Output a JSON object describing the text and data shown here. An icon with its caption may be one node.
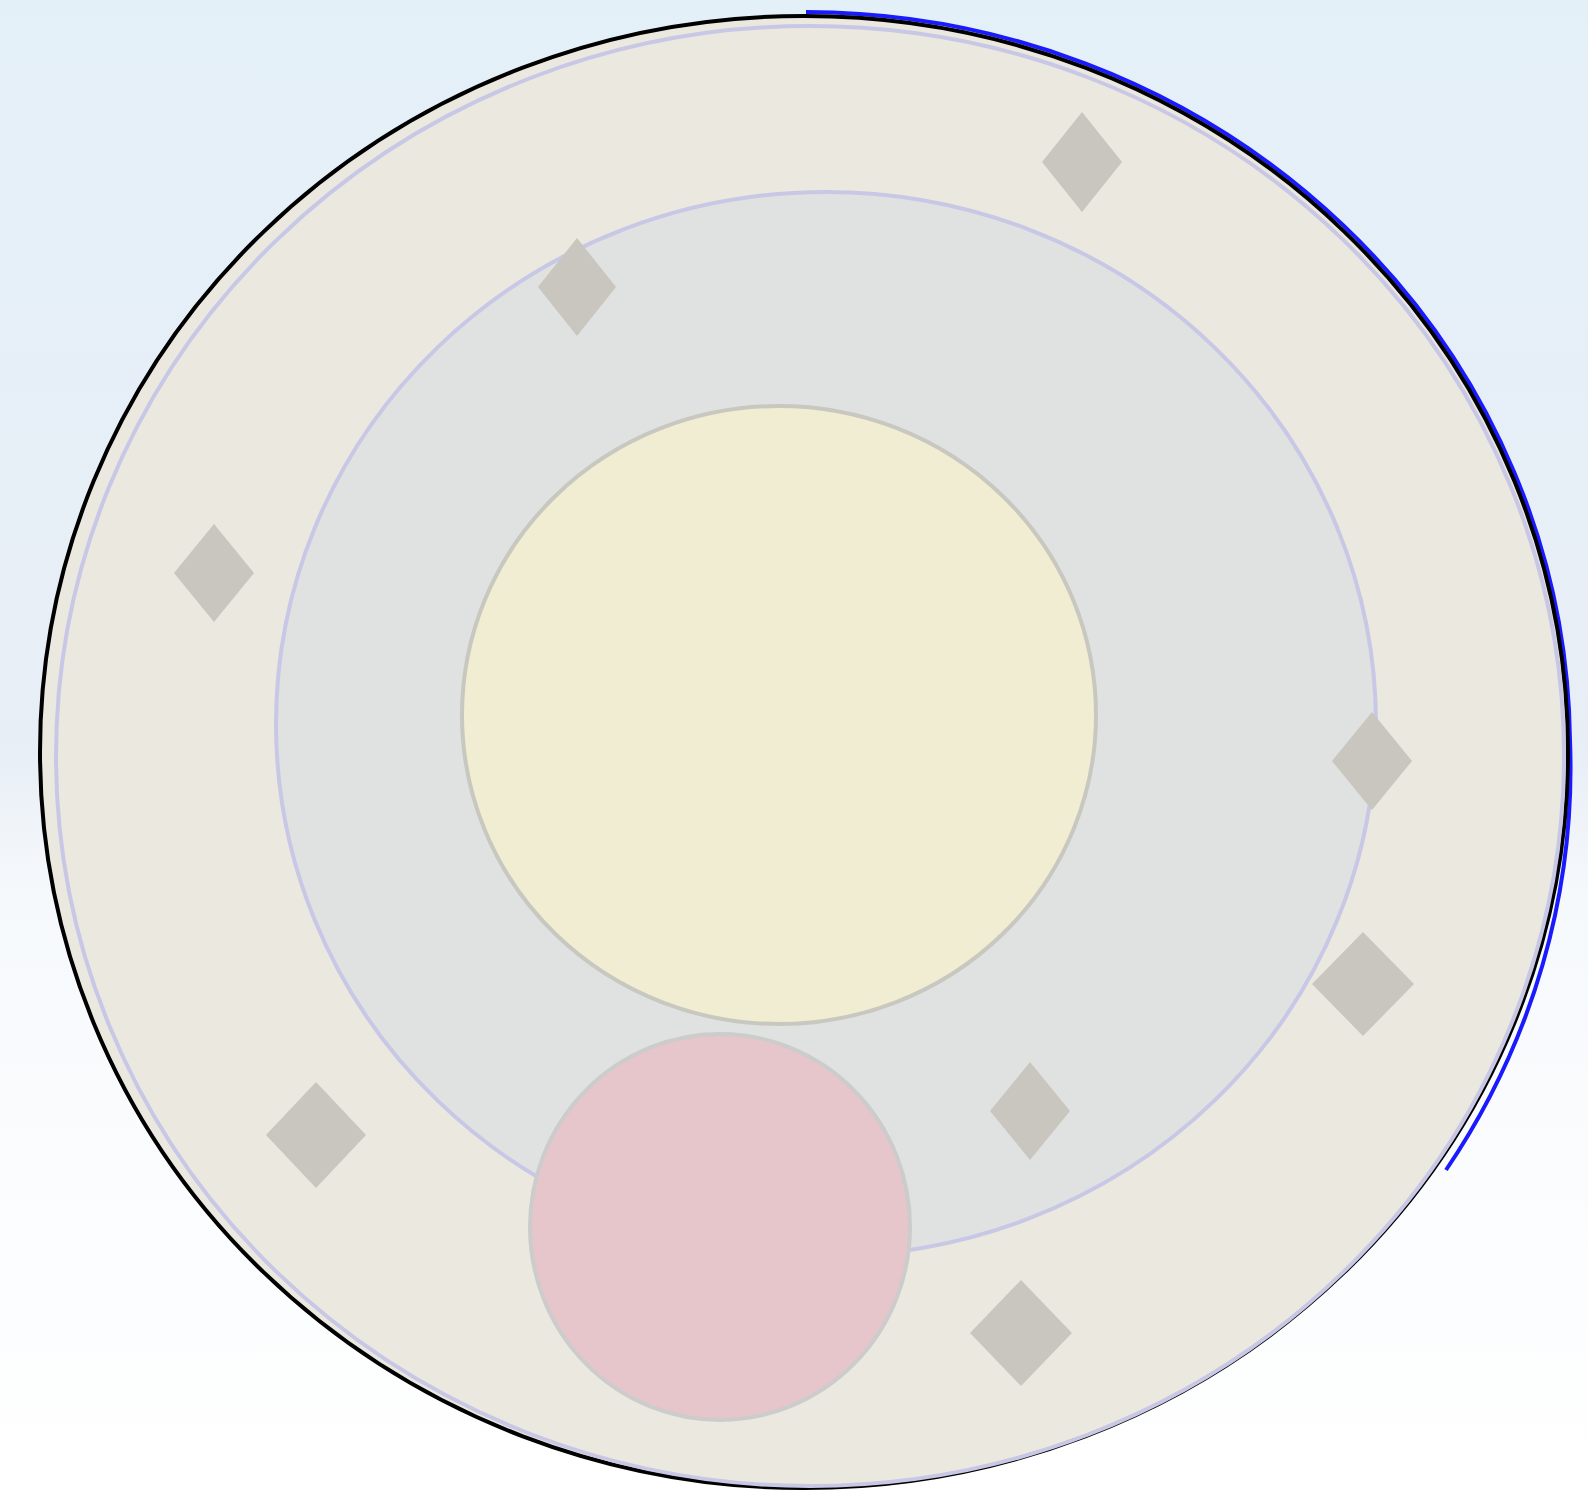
{
  "diagram": {
    "nodes": [
      {
        "text": [],
        "shape": "circle"
      },
      {
        "text": [],
        "shape": "circle",
        "in": 0
      },
      {
        "text": [],
        "shape": "circle",
        "in": 1
      },
      {
        "text": [],
        "shape": "circle",
        "in": 0
      },
      {
        "text": [],
        "shape": "diamond",
        "in": 0
      },
      {
        "text": [],
        "shape": "diamond",
        "in": 1
      },
      {
        "text": [],
        "shape": "diamond",
        "in": 0
      },
      {
        "text": [],
        "shape": "diamond",
        "in": 0
      },
      {
        "text": [],
        "shape": "diamond",
        "in": 0
      },
      {
        "text": [],
        "shape": "diamond",
        "in": 1
      },
      {
        "text": [],
        "shape": "diamond",
        "in": 0
      },
      {
        "text": [],
        "shape": "diamond",
        "in": 0
      }
    ]
  }
}
